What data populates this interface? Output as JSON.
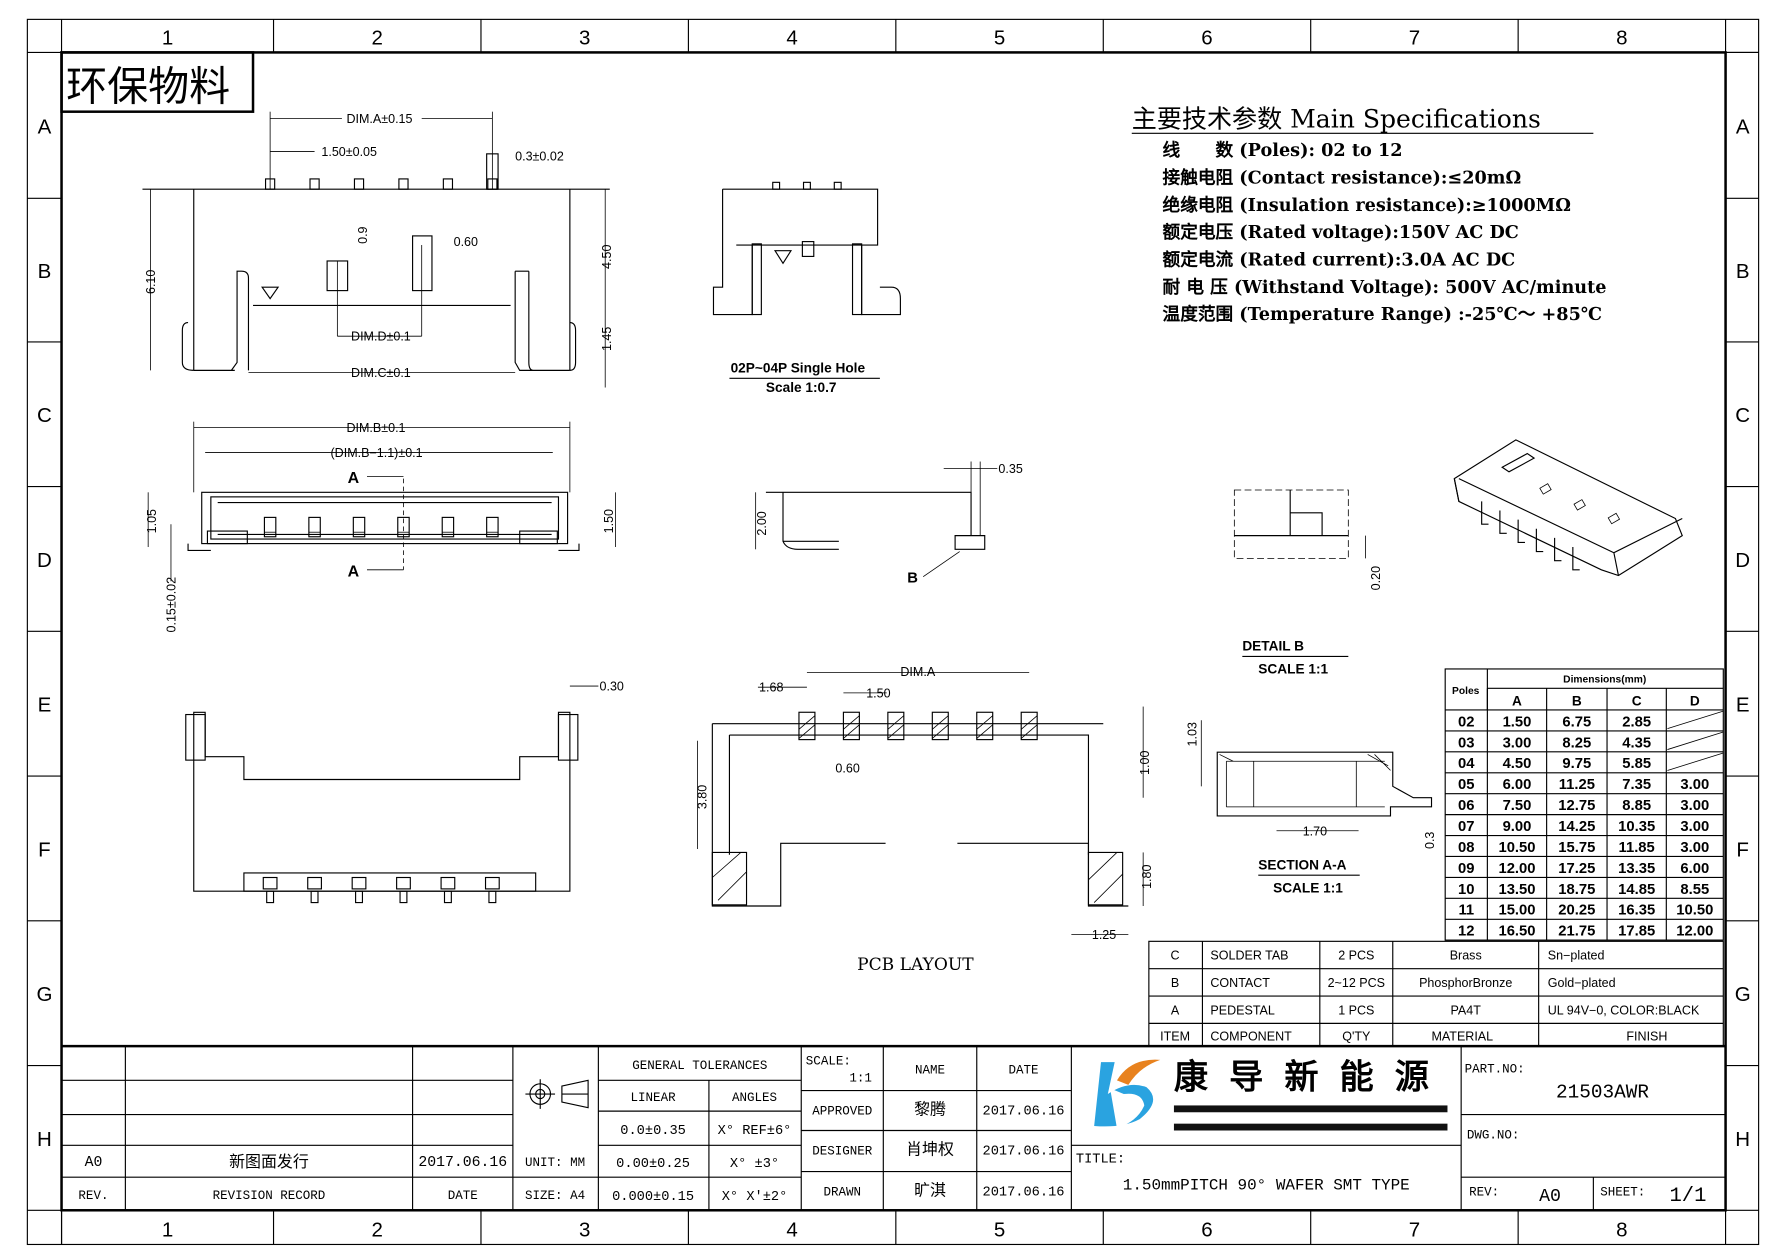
{
  "frame": {
    "columns": [
      "1",
      "2",
      "3",
      "4",
      "5",
      "6",
      "7",
      "8"
    ],
    "rows": [
      "A",
      "B",
      "C",
      "D",
      "E",
      "F",
      "G",
      "H"
    ]
  },
  "stamp": "环保物料",
  "specs": {
    "title": "主要技术参数 Main Specifications",
    "lines": [
      "线　　数 (Poles): 02 to 12",
      "接触电阻 (Contact resistance):≤20mΩ",
      "绝缘电阻 (Insulation resistance):≥1000MΩ",
      "额定电压 (Rated voltage):150V AC DC",
      "额定电流 (Rated current):3.0A AC DC",
      "耐 电 压 (Withstand Voltage): 500V AC/minute",
      "温度范围 (Temperature Range) :-25℃～ +85℃"
    ]
  },
  "annotations": {
    "dim_a": "DIM.A±0.15",
    "pitch": "1.50±0.05",
    "pin_w": "0.3±0.02",
    "h09": "0.9",
    "w060": "0.60",
    "h610": "6.10",
    "h450": "4.50",
    "h145": "1.45",
    "dim_d": "DIM.D±0.1",
    "dim_c": "DIM.C±0.1",
    "single_hole": "02P~04P Single Hole",
    "single_scale": "Scale 1:0.7",
    "dim_b": "DIM.B±0.1",
    "dim_b11": "(DIM.B−1.1)±0.1",
    "sec_a": "A",
    "h105": "1.05",
    "h150": "1.50",
    "t015": "0.15±0.02",
    "w035": "0.35",
    "h200": "2.00",
    "detail_b_marker": "B",
    "h020": "0.20",
    "detail_b": "DETAIL B",
    "detail_scale": "SCALE 1:1",
    "h103": "1.03",
    "w170": "1.70",
    "h03": "0.3",
    "section": "SECTION A-A",
    "section_scale": "SCALE 1:1",
    "w030": "0.30",
    "pcb_dim_a": "DIM.A",
    "pcb_168": "1.68",
    "pcb_150": "1.50",
    "pcb_060": "0.60",
    "pcb_380": "3.80",
    "pcb_100": "1.00",
    "pcb_180": "1.80",
    "pcb_125": "1.25",
    "pcb_title": "PCB LAYOUT"
  },
  "dimensions_table": {
    "group_header": "Dimensions(mm)",
    "headers": [
      "Poles",
      "A",
      "B",
      "C",
      "D"
    ],
    "rows": [
      [
        "02",
        "1.50",
        "6.75",
        "2.85",
        ""
      ],
      [
        "03",
        "3.00",
        "8.25",
        "4.35",
        ""
      ],
      [
        "04",
        "4.50",
        "9.75",
        "5.85",
        ""
      ],
      [
        "05",
        "6.00",
        "11.25",
        "7.35",
        "3.00"
      ],
      [
        "06",
        "7.50",
        "12.75",
        "8.85",
        "3.00"
      ],
      [
        "07",
        "9.00",
        "14.25",
        "10.35",
        "3.00"
      ],
      [
        "08",
        "10.50",
        "15.75",
        "11.85",
        "3.00"
      ],
      [
        "09",
        "12.00",
        "17.25",
        "13.35",
        "6.00"
      ],
      [
        "10",
        "13.50",
        "18.75",
        "14.85",
        "8.55"
      ],
      [
        "11",
        "15.00",
        "20.25",
        "16.35",
        "10.50"
      ],
      [
        "12",
        "16.50",
        "21.75",
        "17.85",
        "12.00"
      ]
    ]
  },
  "bom": {
    "rows": [
      [
        "C",
        "SOLDER TAB",
        "2 PCS",
        "Brass",
        "Sn−plated"
      ],
      [
        "B",
        "CONTACT",
        "2~12 PCS",
        "PhosphorBronze",
        "Gold−plated"
      ],
      [
        "A",
        "PEDESTAL",
        "1 PCS",
        "PA4T",
        "UL 94V−0, COLOR:BLACK"
      ]
    ],
    "headers": [
      "ITEM",
      "COMPONENT",
      "Q'TY",
      "MATERIAL",
      "FINISH"
    ]
  },
  "title_block": {
    "revision": {
      "rev": "A0",
      "record": "新图面发行",
      "date": "2017.06.16"
    },
    "revision_headers": {
      "rev": "REV.",
      "record": "REVISION RECORD",
      "date": "DATE"
    },
    "unit": "UNIT: MM",
    "size": "SIZE: A4",
    "tolerances": {
      "title": "GENERAL TOLERANCES",
      "linear_label": "LINEAR",
      "angles_label": "ANGLES",
      "linear": [
        "0.0±0.35",
        "0.00±0.25",
        "0.000±0.15"
      ],
      "angles": [
        "X° REF±6°",
        "X° ±3°",
        "X° X'±2°"
      ]
    },
    "scale_label": "SCALE:",
    "scale_value": "1:1",
    "name_header": "NAME",
    "date_header": "DATE",
    "approvals": [
      {
        "role": "APPROVED",
        "name": "黎腾",
        "date": "2017.06.16"
      },
      {
        "role": "DESIGNER",
        "name": "肖坤权",
        "date": "2017.06.16"
      },
      {
        "role": "DRAWN",
        "name": "旷淇",
        "date": "2017.06.16"
      }
    ],
    "company": "康 导 新 能 源",
    "title_label": "TITLE:",
    "title": "1.50mmPITCH 90° WAFER SMT TYPE",
    "part_no_label": "PART.NO:",
    "part_no": "21503AWR",
    "dwg_no_label": "DWG.NO:",
    "rev_label": "REV:",
    "rev": "A0",
    "sheet_label": "SHEET:",
    "sheet": "1/1"
  },
  "colors": {
    "logo_blue": "#2aa3e0",
    "logo_orange": "#e8821e"
  }
}
